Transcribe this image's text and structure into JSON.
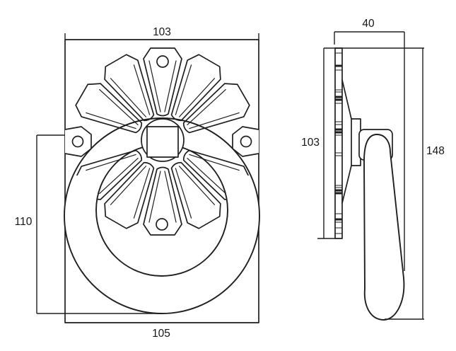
{
  "drawing": {
    "type": "technical-dimension-drawing",
    "subject": "ring pull handle with fluted rosette backplate",
    "views": [
      {
        "id": "front",
        "description": "front elevation of rectangular backplate, 12-petal rosette, centre boss and hanging ring"
      },
      {
        "id": "side",
        "description": "side profile of rosette plate, boss, pivot bracket and hanging ring"
      }
    ],
    "units_shown": false
  },
  "dims": {
    "front_width_top": "103",
    "front_ring_drop": "110",
    "front_width_bottom": "105",
    "side_projection": "40",
    "side_plate_height": "103",
    "side_overall_height": "148"
  },
  "colors": {
    "line": "#1f1f1f",
    "text": "#161616",
    "bg": "#ffffff"
  }
}
